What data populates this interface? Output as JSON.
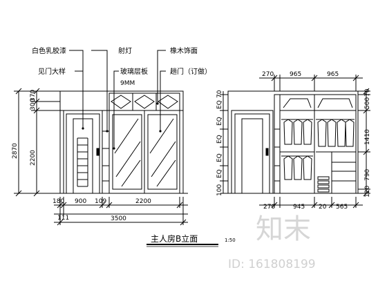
{
  "callouts": {
    "white_latex_paint": "白色乳胶漆",
    "door_detail": "见门大样",
    "spotlight": "射灯",
    "glass_shelf": "玻璃层板",
    "glass_thickness": "9MM",
    "oak_veneer": "橡木饰面",
    "sliding_door": "趟门（订做）"
  },
  "left_elevation": {
    "vertical_dims": [
      "370",
      "300",
      "2200",
      "2870"
    ],
    "bottom_dims": [
      "180",
      "900",
      "109",
      "2200"
    ],
    "sub_dims": [
      "111"
    ],
    "total_width": "3500"
  },
  "right_elevation": {
    "top_dims": [
      "270",
      "965",
      "965"
    ],
    "left_eq_dims": [
      "70",
      "EQ",
      "EQ",
      "EQ",
      "EQ",
      "EQ",
      "100"
    ],
    "right_dims": [
      "70",
      "500",
      "1410",
      "790",
      "120"
    ],
    "bottom_dims": [
      "270",
      "945",
      "20",
      "565"
    ]
  },
  "title": {
    "text": "主人房B立面",
    "scale": "1:50"
  },
  "watermark": {
    "logo": "知末",
    "id": "ID: 161808199"
  }
}
